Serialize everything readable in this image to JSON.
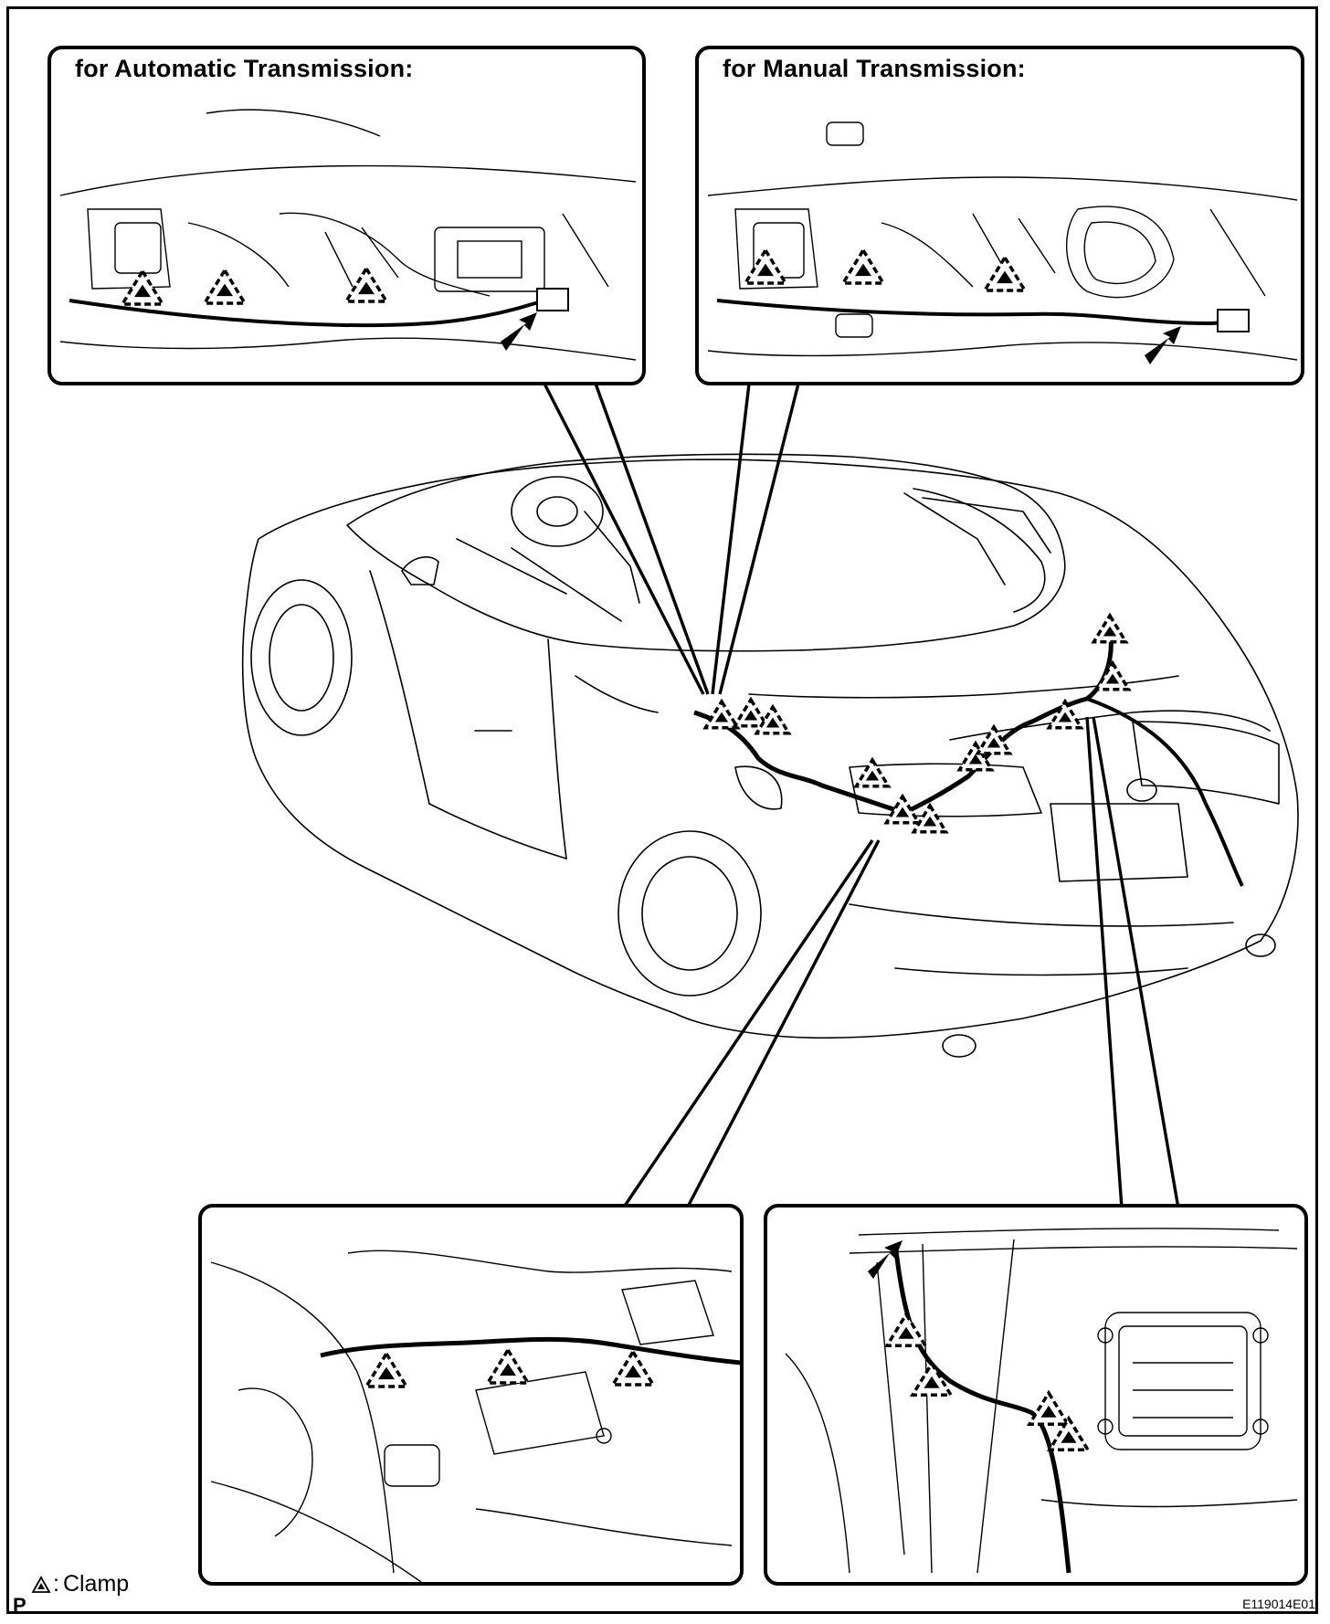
{
  "panels": {
    "automatic": {
      "title": "for Automatic Transmission:",
      "clamp_count": 3,
      "connector_arrow": true
    },
    "manual": {
      "title": "for Manual Transmission:",
      "clamp_count": 3,
      "connector_arrow": true
    },
    "lower_left": {
      "title": "",
      "clamp_count": 3,
      "connector_arrow": false
    },
    "lower_right": {
      "title": "",
      "clamp_count": 4,
      "connector_arrow": true
    }
  },
  "main_view": {
    "clamp_count": 11
  },
  "legend": {
    "symbol_name": "clamp-icon",
    "separator": ":",
    "label": "Clamp"
  },
  "page_marker": "P",
  "figure_code": "E119014E01"
}
